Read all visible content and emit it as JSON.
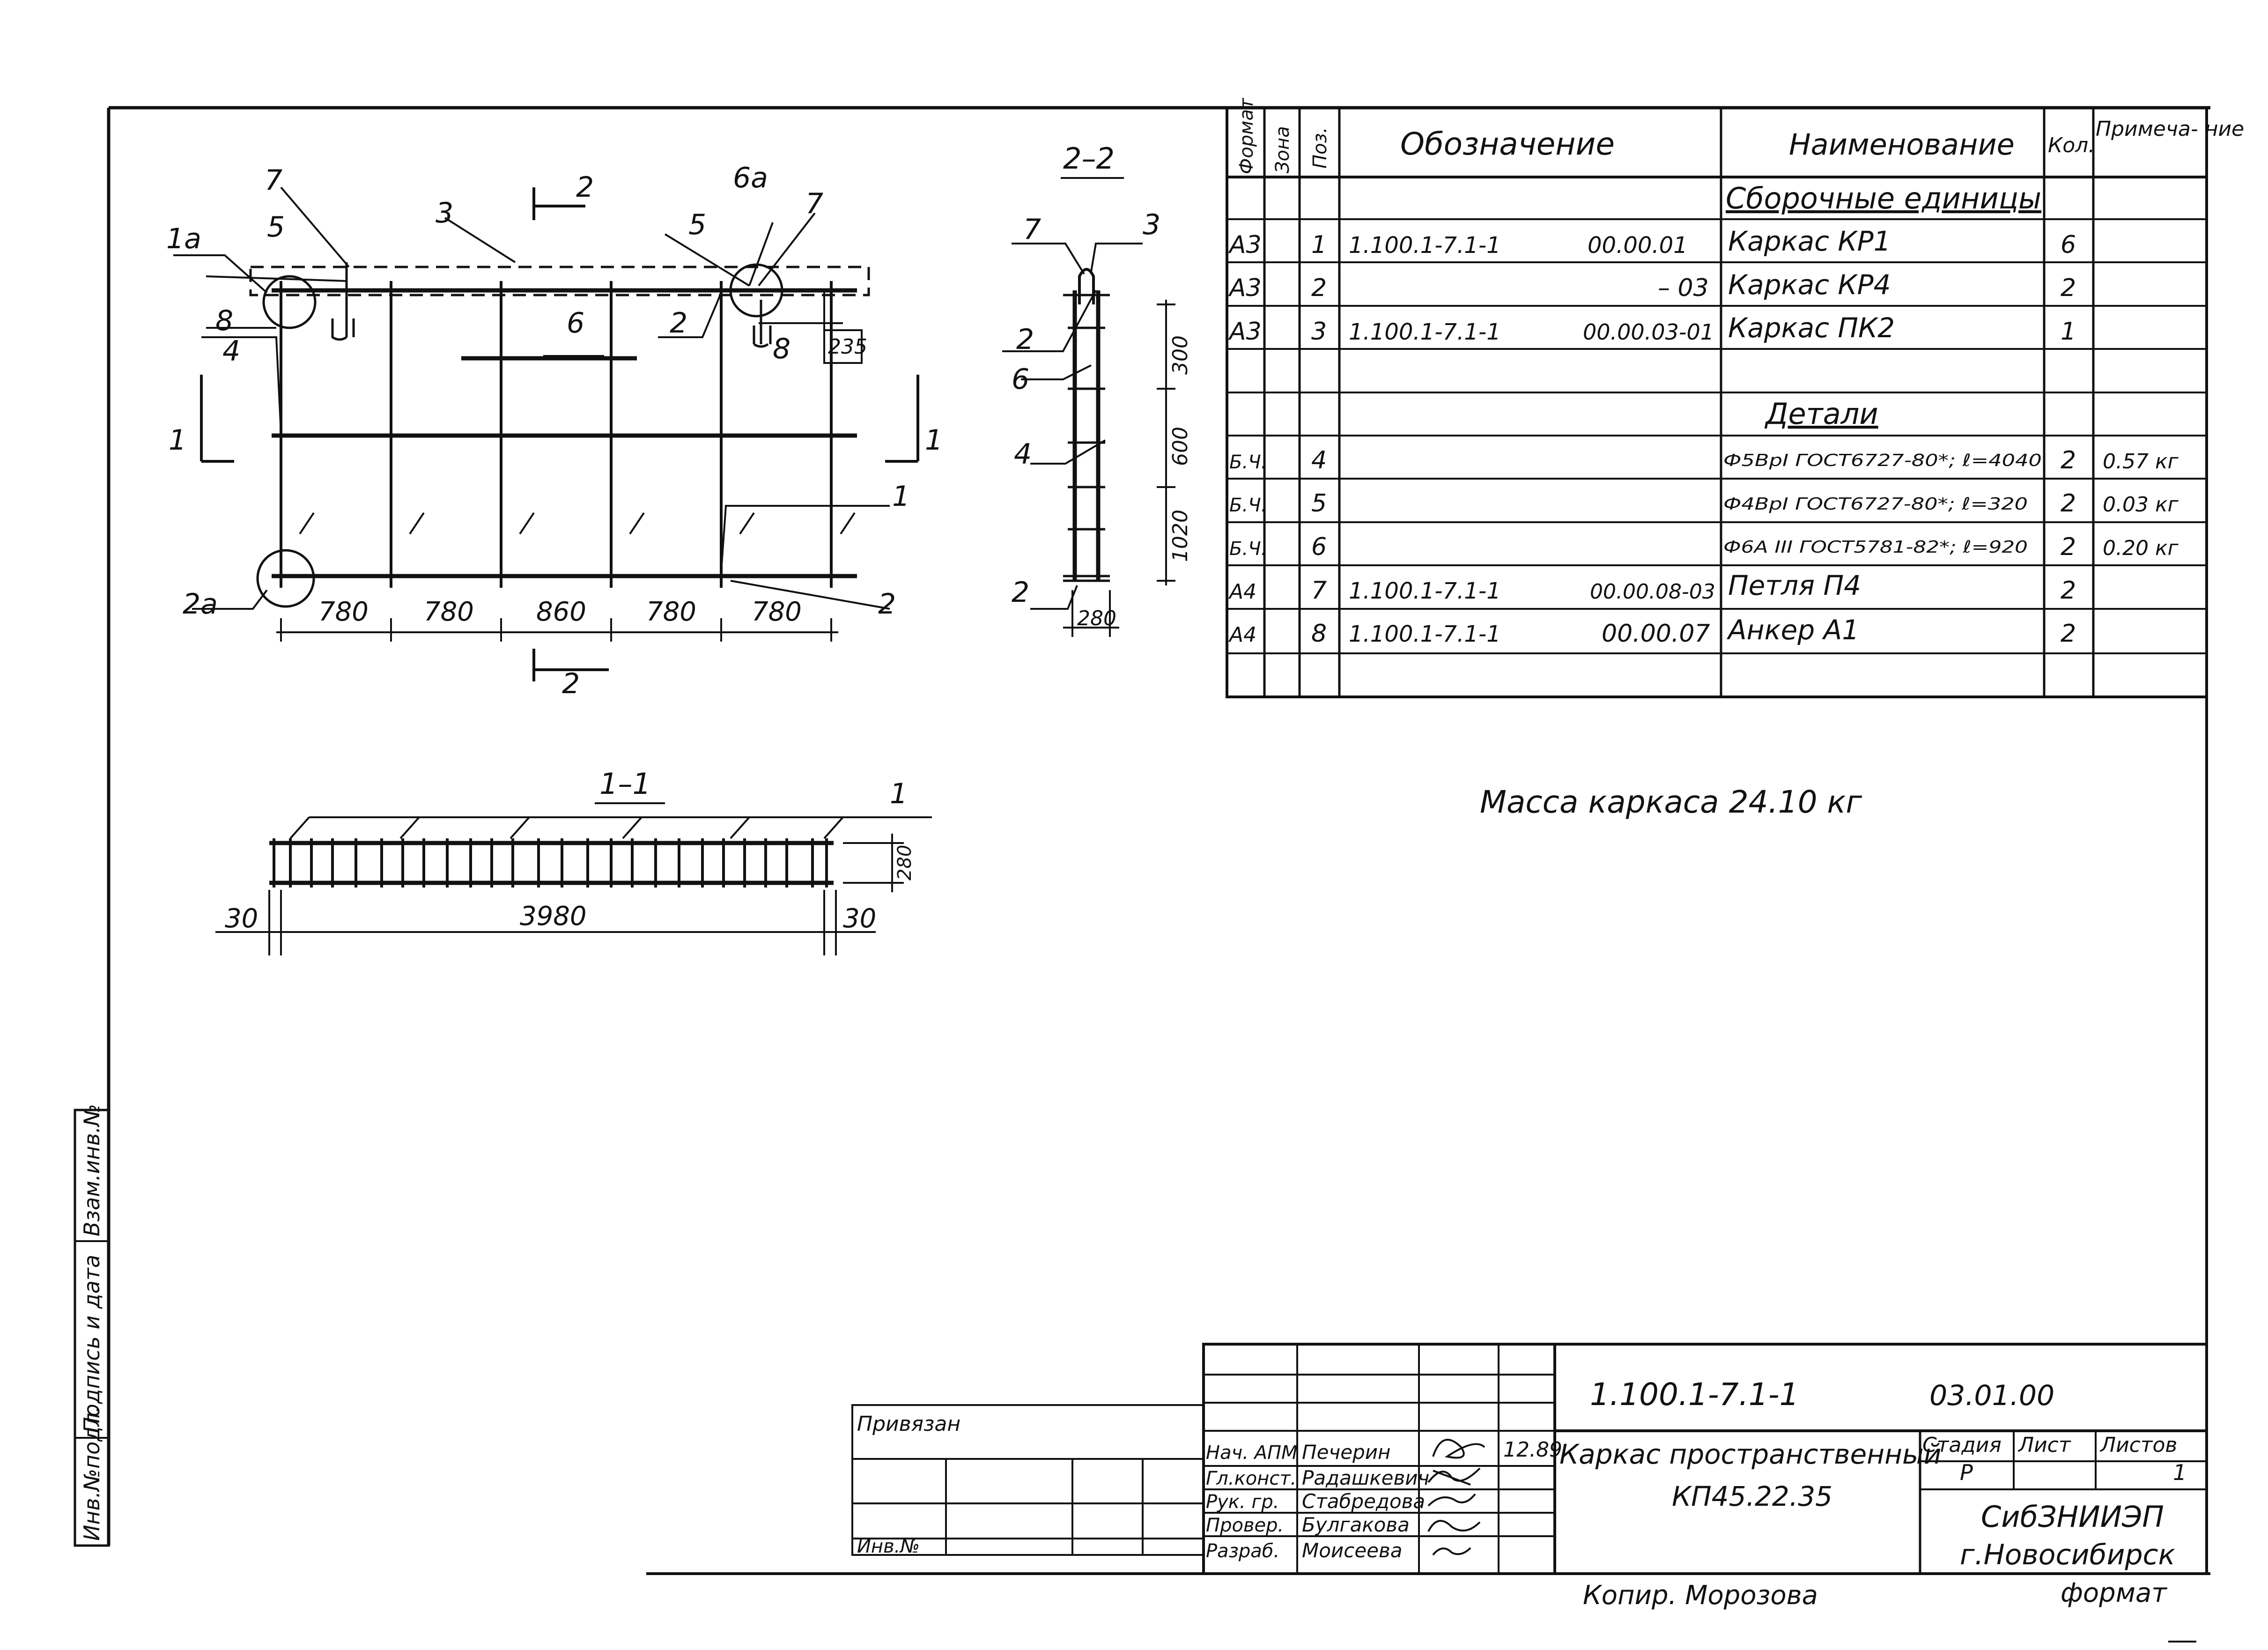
{
  "spec_table": {
    "headers": {
      "format": "Формат",
      "zone": "Зона",
      "pos": "Поз.",
      "designation": "Обозначение",
      "name": "Наименование",
      "qty": "Кол.",
      "note": "Примеча- ние"
    },
    "section_assemblies": "Сборочные единицы",
    "section_details": "Детали",
    "rows": [
      {
        "format": "А3",
        "pos": "1",
        "doc": "1.100.1-7.1-1",
        "code": "00.00.01",
        "name": "Каркас КР1",
        "qty": "6",
        "note": ""
      },
      {
        "format": "А3",
        "pos": "2",
        "doc": "",
        "code": "– 03",
        "name": "Каркас КР4",
        "qty": "2",
        "note": ""
      },
      {
        "format": "А3",
        "pos": "3",
        "doc": "1.100.1-7.1-1",
        "code": "00.00.03-01",
        "name": "Каркас ПК2",
        "qty": "1",
        "note": ""
      },
      {
        "format": "Б.Ч.",
        "pos": "4",
        "doc": "",
        "code": "",
        "name": "Ф5ВрI ГОСТ6727-80*; ℓ=4040",
        "qty": "2",
        "note": "0.57 кг"
      },
      {
        "format": "Б.Ч.",
        "pos": "5",
        "doc": "",
        "code": "",
        "name": "Ф4ВрI ГОСТ6727-80*; ℓ=320",
        "qty": "2",
        "note": "0.03 кг"
      },
      {
        "format": "Б.Ч.",
        "pos": "6",
        "doc": "",
        "code": "",
        "name": "Ф6А III ГОСТ5781-82*; ℓ=920",
        "qty": "2",
        "note": "0.20 кг"
      },
      {
        "format": "А4",
        "pos": "7",
        "doc": "1.100.1-7.1-1",
        "code": "00.00.08-03",
        "name": "Петля П4",
        "qty": "2",
        "note": ""
      },
      {
        "format": "А4",
        "pos": "8",
        "doc": "1.100.1-7.1-1",
        "code": "00.00.07",
        "name": "Анкер А1",
        "qty": "2",
        "note": ""
      }
    ]
  },
  "mass_note": "Масса каркаса 24.10 кг",
  "plan_view": {
    "labels": [
      "1а",
      "2а",
      "5",
      "7",
      "3",
      "2",
      "5",
      "6а",
      "7",
      "8",
      "8",
      "6",
      "2",
      "4",
      "1",
      "1",
      "1",
      "2",
      "2"
    ],
    "dims": [
      "780",
      "780",
      "860",
      "780",
      "780",
      "235"
    ]
  },
  "section_2_2": {
    "title": "2–2",
    "labels": [
      "7",
      "3",
      "2",
      "6",
      "4",
      "2"
    ],
    "dims": [
      "300",
      "600",
      "1020",
      "280"
    ]
  },
  "section_1_1": {
    "title": "1–1",
    "label": "1",
    "dims": [
      "30",
      "3980",
      "30",
      "280"
    ]
  },
  "side_stamp": [
    "Инв.№подл.",
    "Подпись и дата",
    "Взам.инв.№"
  ],
  "title_block": {
    "doc_number": "1.100.1-7.1-1",
    "doc_code": "03.01.00",
    "title_line1": "Каркас пространственный",
    "title_line2": "КП45.22.35",
    "stage_label": "Стадия",
    "sheet_label": "Лист",
    "sheets_label": "Листов",
    "stage_value": "Р",
    "sheets_value": "1",
    "org_line1": "СибЗНИИЭП",
    "org_line2": "г.Новосибирск",
    "bound_label": "Привязан",
    "inv_label": "Инв.№",
    "date": "12.89",
    "roles": [
      {
        "role": "Нач. АПМ",
        "name": "Печерин"
      },
      {
        "role": "Гл.конст.",
        "name": "Радашкевич"
      },
      {
        "role": "Рук. гр.",
        "name": "Стабредова"
      },
      {
        "role": "Провер.",
        "name": "Булгакова"
      },
      {
        "role": "Разраб.",
        "name": "Моисеева"
      }
    ]
  },
  "copied_by": "Копир. Морозова",
  "format_label": "формат"
}
